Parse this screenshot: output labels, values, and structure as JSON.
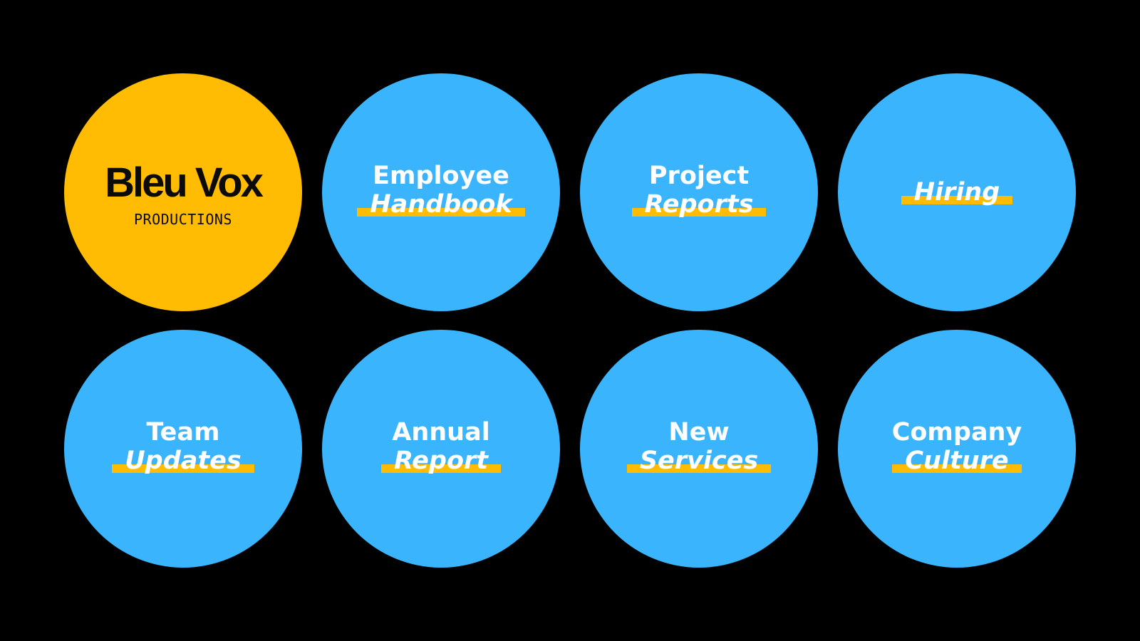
{
  "logo": {
    "name": "Bleu Vox",
    "subtitle": "PRODUCTIONS"
  },
  "tiles": [
    {
      "line1": "Employee",
      "line2": "Handbook"
    },
    {
      "line1": "Project",
      "line2": "Reports"
    },
    {
      "line1": "",
      "line2": "Hiring"
    },
    {
      "line1": "Team",
      "line2": "Updates"
    },
    {
      "line1": "Annual",
      "line2": "Report"
    },
    {
      "line1": "New",
      "line2": "Services"
    },
    {
      "line1": "Company",
      "line2": "Culture"
    }
  ],
  "colors": {
    "background": "#000000",
    "logo_circle": "#FFBC02",
    "tile_circle": "#3AB4FC",
    "highlight": "#FFBC02",
    "text_light": "#FFFFFF",
    "text_dark": "#0B0B0B"
  }
}
